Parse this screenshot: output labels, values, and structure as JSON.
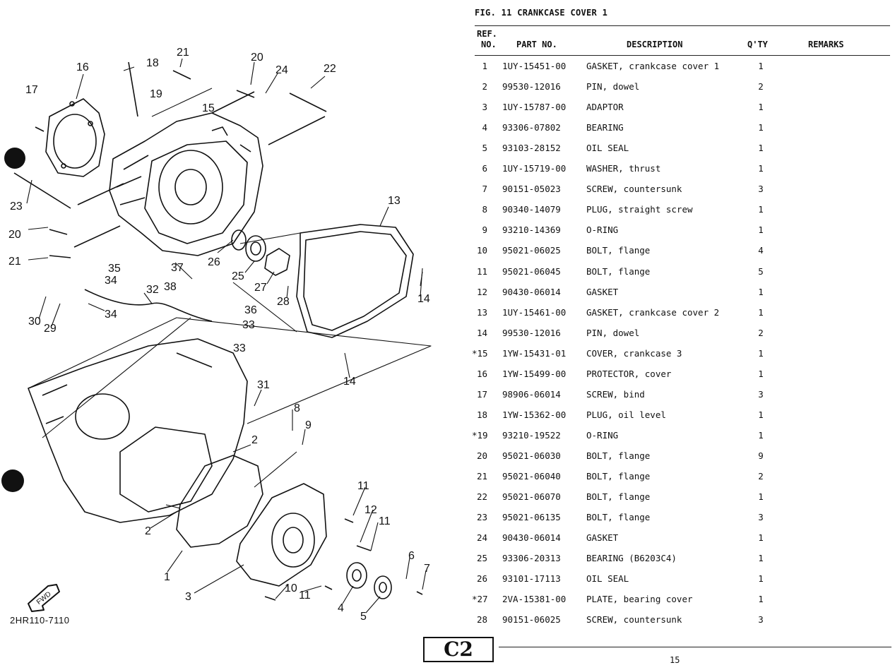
{
  "figure": {
    "title": "FIG. 11  CRANKCASE COVER 1",
    "drawing_code": "2HR110-7110",
    "fwd_label": "FWD"
  },
  "headers": {
    "ref": "REF.",
    "no": "NO.",
    "part_no": "PART NO.",
    "description": "DESCRIPTION",
    "qty": "Q'TY",
    "remarks": "REMARKS"
  },
  "parts": [
    {
      "ref": "1",
      "part_no": "1UY-15451-00",
      "description": "GASKET, crankcase cover 1",
      "qty": "1"
    },
    {
      "ref": "2",
      "part_no": "99530-12016",
      "description": "PIN, dowel",
      "qty": "2"
    },
    {
      "ref": "3",
      "part_no": "1UY-15787-00",
      "description": "ADAPTOR",
      "qty": "1"
    },
    {
      "ref": "4",
      "part_no": "93306-07802",
      "description": "BEARING",
      "qty": "1"
    },
    {
      "ref": "5",
      "part_no": "93103-28152",
      "description": "OIL SEAL",
      "qty": "1"
    },
    {
      "ref": "6",
      "part_no": "1UY-15719-00",
      "description": "WASHER, thrust",
      "qty": "1"
    },
    {
      "ref": "7",
      "part_no": "90151-05023",
      "description": "SCREW, countersunk",
      "qty": "3"
    },
    {
      "ref": "8",
      "part_no": "90340-14079",
      "description": "PLUG, straight screw",
      "qty": "1"
    },
    {
      "ref": "9",
      "part_no": "93210-14369",
      "description": "O-RING",
      "qty": "1"
    },
    {
      "ref": "10",
      "part_no": "95021-06025",
      "description": "BOLT, flange",
      "qty": "4"
    },
    {
      "ref": "11",
      "part_no": "95021-06045",
      "description": "BOLT, flange",
      "qty": "5"
    },
    {
      "ref": "12",
      "part_no": "90430-06014",
      "description": "GASKET",
      "qty": "1"
    },
    {
      "ref": "13",
      "part_no": "1UY-15461-00",
      "description": "GASKET, crankcase cover 2",
      "qty": "1"
    },
    {
      "ref": "14",
      "part_no": "99530-12016",
      "description": "PIN, dowel",
      "qty": "2"
    },
    {
      "ref": "*15",
      "part_no": "1YW-15431-01",
      "description": "COVER, crankcase 3",
      "qty": "1"
    },
    {
      "ref": "16",
      "part_no": "1YW-15499-00",
      "description": "PROTECTOR, cover",
      "qty": "1"
    },
    {
      "ref": "17",
      "part_no": "98906-06014",
      "description": "SCREW, bind",
      "qty": "3"
    },
    {
      "ref": "18",
      "part_no": "1YW-15362-00",
      "description": "PLUG, oil level",
      "qty": "1"
    },
    {
      "ref": "*19",
      "part_no": "93210-19522",
      "description": "O-RING",
      "qty": "1"
    },
    {
      "ref": "20",
      "part_no": "95021-06030",
      "description": "BOLT, flange",
      "qty": "9"
    },
    {
      "ref": "21",
      "part_no": "95021-06040",
      "description": "BOLT, flange",
      "qty": "2"
    },
    {
      "ref": "22",
      "part_no": "95021-06070",
      "description": "BOLT, flange",
      "qty": "1"
    },
    {
      "ref": "23",
      "part_no": "95021-06135",
      "description": "BOLT, flange",
      "qty": "3"
    },
    {
      "ref": "24",
      "part_no": "90430-06014",
      "description": "GASKET",
      "qty": "1"
    },
    {
      "ref": "25",
      "part_no": "93306-20313",
      "description": "BEARING (B6203C4)",
      "qty": "1"
    },
    {
      "ref": "26",
      "part_no": "93101-17113",
      "description": "OIL SEAL",
      "qty": "1"
    },
    {
      "ref": "*27",
      "part_no": "2VA-15381-00",
      "description": "PLATE, bearing cover",
      "qty": "1"
    },
    {
      "ref": "28",
      "part_no": "90151-06025",
      "description": "SCREW, countersunk",
      "qty": "3"
    }
  ],
  "diagram_callouts": [
    "1",
    "2",
    "2",
    "3",
    "4",
    "5",
    "6",
    "7",
    "8",
    "9",
    "10",
    "11",
    "11",
    "11",
    "12",
    "13",
    "14",
    "14",
    "15",
    "16",
    "17",
    "18",
    "19",
    "20",
    "20",
    "21",
    "21",
    "22",
    "23",
    "24",
    "25",
    "26",
    "27",
    "28",
    "29",
    "30",
    "31",
    "32",
    "33",
    "33",
    "34",
    "34",
    "35",
    "36",
    "37",
    "38"
  ],
  "footer": {
    "page_badge": "C2",
    "page_number": "15"
  }
}
